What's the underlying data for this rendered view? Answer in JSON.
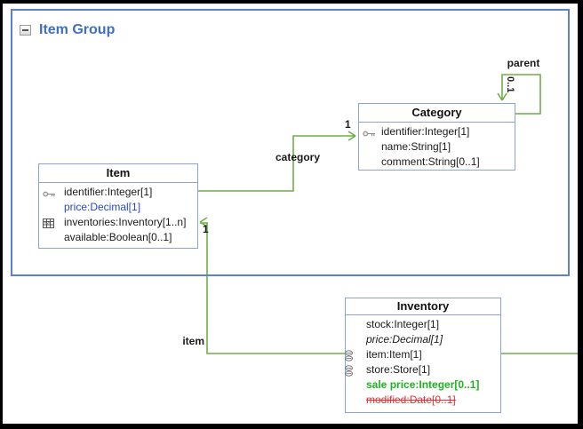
{
  "container": {
    "title": "Item Group",
    "collapse_state": "expanded"
  },
  "classes": {
    "item": {
      "title": "Item",
      "attributes": [
        {
          "icon": "key-icon",
          "text": "identifier:Integer[1]",
          "style": "plain"
        },
        {
          "icon": null,
          "text": "price:Decimal[1]",
          "style": "blue"
        },
        {
          "icon": "containment-table-icon",
          "text": "inventories:Inventory[1..n]",
          "style": "plain"
        },
        {
          "icon": null,
          "text": "available:Boolean[0..1]",
          "style": "plain"
        }
      ]
    },
    "category": {
      "title": "Category",
      "attributes": [
        {
          "icon": "key-icon",
          "text": "identifier:Integer[1]",
          "style": "plain"
        },
        {
          "icon": null,
          "text": "name:String[1]",
          "style": "plain"
        },
        {
          "icon": null,
          "text": "comment:String[0..1]",
          "style": "plain"
        }
      ]
    },
    "inventory": {
      "title": "Inventory",
      "attributes": [
        {
          "icon": null,
          "text": "stock:Integer[1]",
          "style": "plain"
        },
        {
          "icon": null,
          "text": "price:Decimal[1]",
          "style": "italic"
        },
        {
          "icon": "reference-icon",
          "text": "item:Item[1]",
          "style": "plain"
        },
        {
          "icon": "reference-icon",
          "text": "store:Store[1]",
          "style": "plain"
        },
        {
          "icon": null,
          "text": "sale price:Integer[0..1]",
          "style": "green-bold"
        },
        {
          "icon": null,
          "text": "modified:Date[0..1]",
          "style": "red-strike"
        }
      ]
    }
  },
  "edges": {
    "category": {
      "label": "category",
      "multiplicity": "1",
      "from": "Item",
      "to": "Category"
    },
    "parent": {
      "label": "parent",
      "multiplicity": "0..1",
      "from": "Category",
      "to": "Category"
    },
    "item": {
      "label": "item",
      "multiplicity": "1",
      "from": "Inventory",
      "to": "Item"
    },
    "store": {
      "label": "",
      "multiplicity": "",
      "from": "Inventory",
      "to": "offscreen-right"
    }
  },
  "colors": {
    "edge_green": "#70ad47",
    "container_border": "#5b82c8",
    "class_border": "#8aa4d6",
    "group_title_blue": "#3f6fbe",
    "attr_blue": "#2b46c8",
    "attr_green": "#1db31d",
    "attr_red": "#e03232"
  }
}
